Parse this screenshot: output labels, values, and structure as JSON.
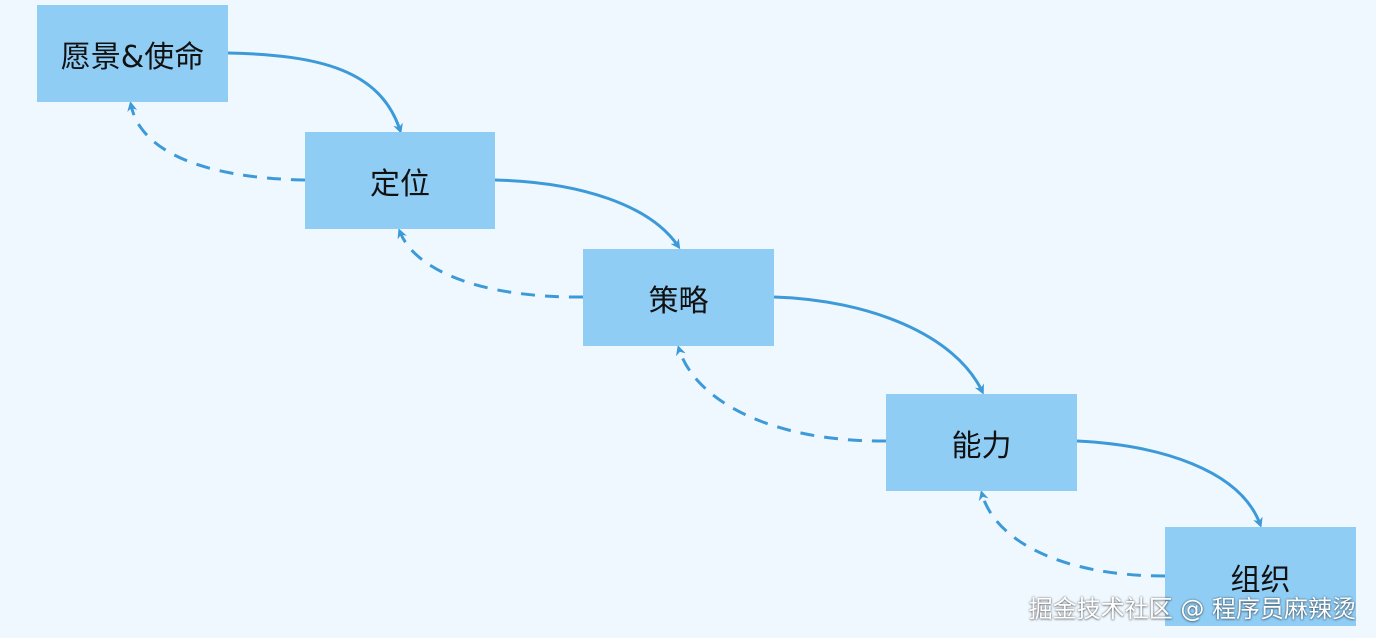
{
  "diagram": {
    "nodes": [
      {
        "id": "vision",
        "label": "愿景&使命"
      },
      {
        "id": "position",
        "label": "定位"
      },
      {
        "id": "strategy",
        "label": "策略"
      },
      {
        "id": "capacity",
        "label": "能力"
      },
      {
        "id": "org",
        "label": "组织"
      }
    ],
    "edges": [
      {
        "from": "vision",
        "to": "position",
        "style": "solid"
      },
      {
        "from": "position",
        "to": "strategy",
        "style": "solid"
      },
      {
        "from": "strategy",
        "to": "capacity",
        "style": "solid"
      },
      {
        "from": "capacity",
        "to": "org",
        "style": "solid"
      },
      {
        "from": "position",
        "to": "vision",
        "style": "dashed"
      },
      {
        "from": "strategy",
        "to": "position",
        "style": "dashed"
      },
      {
        "from": "capacity",
        "to": "strategy",
        "style": "dashed"
      },
      {
        "from": "org",
        "to": "capacity",
        "style": "dashed"
      }
    ],
    "colors": {
      "background": "#f0f8ff",
      "node_fill": "#90cdf5",
      "arrow": "#3d9ad8"
    }
  },
  "watermark": "掘金技术社区 @ 程序员麻辣烫"
}
